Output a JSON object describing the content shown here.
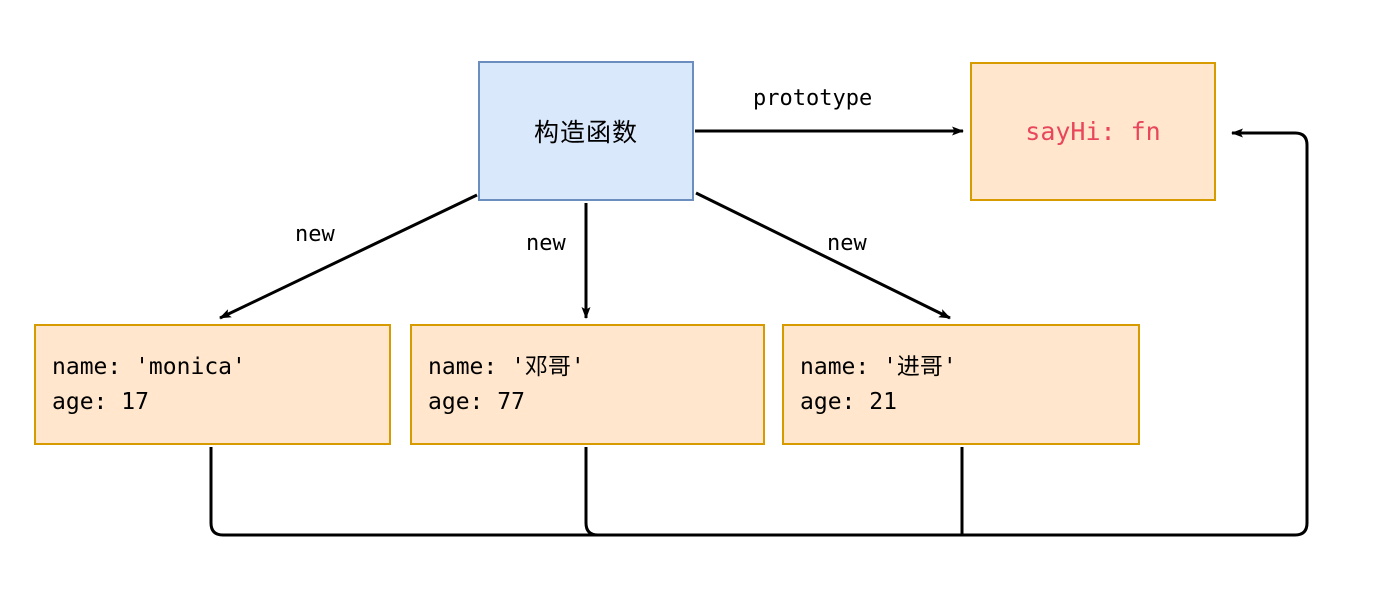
{
  "diagram": {
    "title": "JavaScript prototype chain diagram",
    "colors": {
      "ctor_fill": "#dae8fc",
      "ctor_stroke": "#6c8ebf",
      "object_fill": "#ffe6cc",
      "object_stroke": "#d79b00",
      "accent_text": "#e8465c",
      "line": "#000000",
      "background": "#ffffff"
    },
    "constructor_node": {
      "label": "构造函数"
    },
    "prototype_node": {
      "label": "sayHi: fn"
    },
    "instances": [
      {
        "name_line": "name: 'monica'",
        "age_line": "age: 17"
      },
      {
        "name_line": "name: '邓哥'",
        "age_line": "age: 77"
      },
      {
        "name_line": "name: '进哥'",
        "age_line": "age: 21"
      }
    ],
    "edges": {
      "prototype_label": "prototype",
      "new_labels": [
        "new",
        "new",
        "new"
      ]
    }
  }
}
